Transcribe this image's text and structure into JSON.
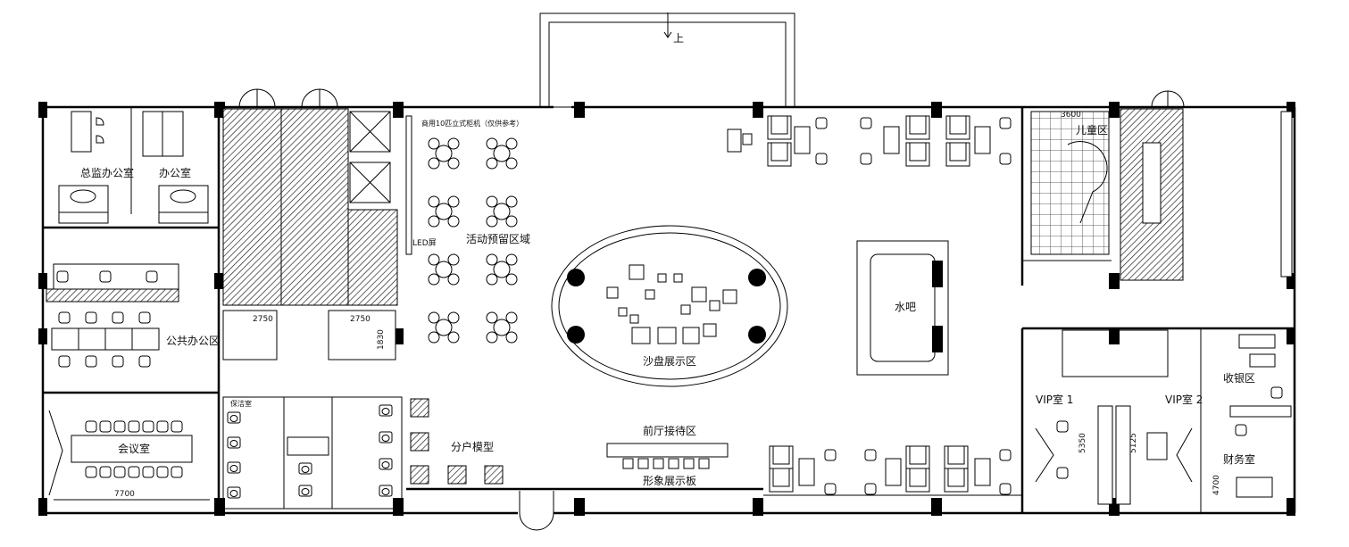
{
  "rooms": {
    "director_office": "总监办公室",
    "office": "办公室",
    "public_office": "公共办公区",
    "meeting_room": "会议室",
    "cleaning_room": "保洁室",
    "unit_model": "分户模型",
    "image_board": "形象展示板",
    "reception": "前厅接待区",
    "sand_table": "沙盘展示区",
    "event_area": "活动预留区域",
    "led_screen": "LED屏",
    "cabinet_ac": "商用10匹立式柜机（仅供参考）",
    "water_bar": "水吧",
    "kids_area": "儿童区",
    "vip1": "VIP室 1",
    "vip2": "VIP室 2",
    "cashier": "收银区",
    "finance": "财务室",
    "up_arrow": "上"
  },
  "dimensions": {
    "d7700": "7700",
    "d3600": "3600",
    "d2750a": "2750",
    "d2750b": "2750",
    "d1830": "1830",
    "d5350": "5350",
    "d5125": "5125",
    "d4700": "4700"
  }
}
